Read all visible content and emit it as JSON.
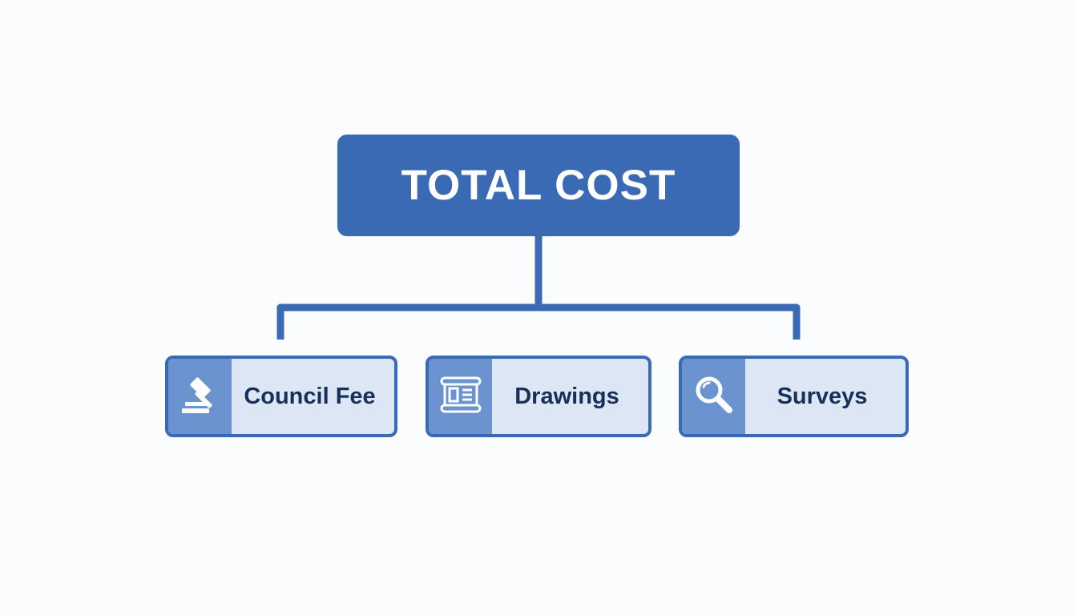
{
  "root": {
    "label": "TOTAL COST"
  },
  "children": [
    {
      "label": "Council Fee",
      "icon": "gavel-icon"
    },
    {
      "label": "Drawings",
      "icon": "blueprint-icon"
    },
    {
      "label": "Surveys",
      "icon": "magnifier-icon"
    }
  ],
  "colors": {
    "primary": "#3a6ab3",
    "icon_cell": "#6a93cf",
    "child_fill": "#dde6f4",
    "child_text": "#17305a",
    "background": "#fbfcfd"
  }
}
